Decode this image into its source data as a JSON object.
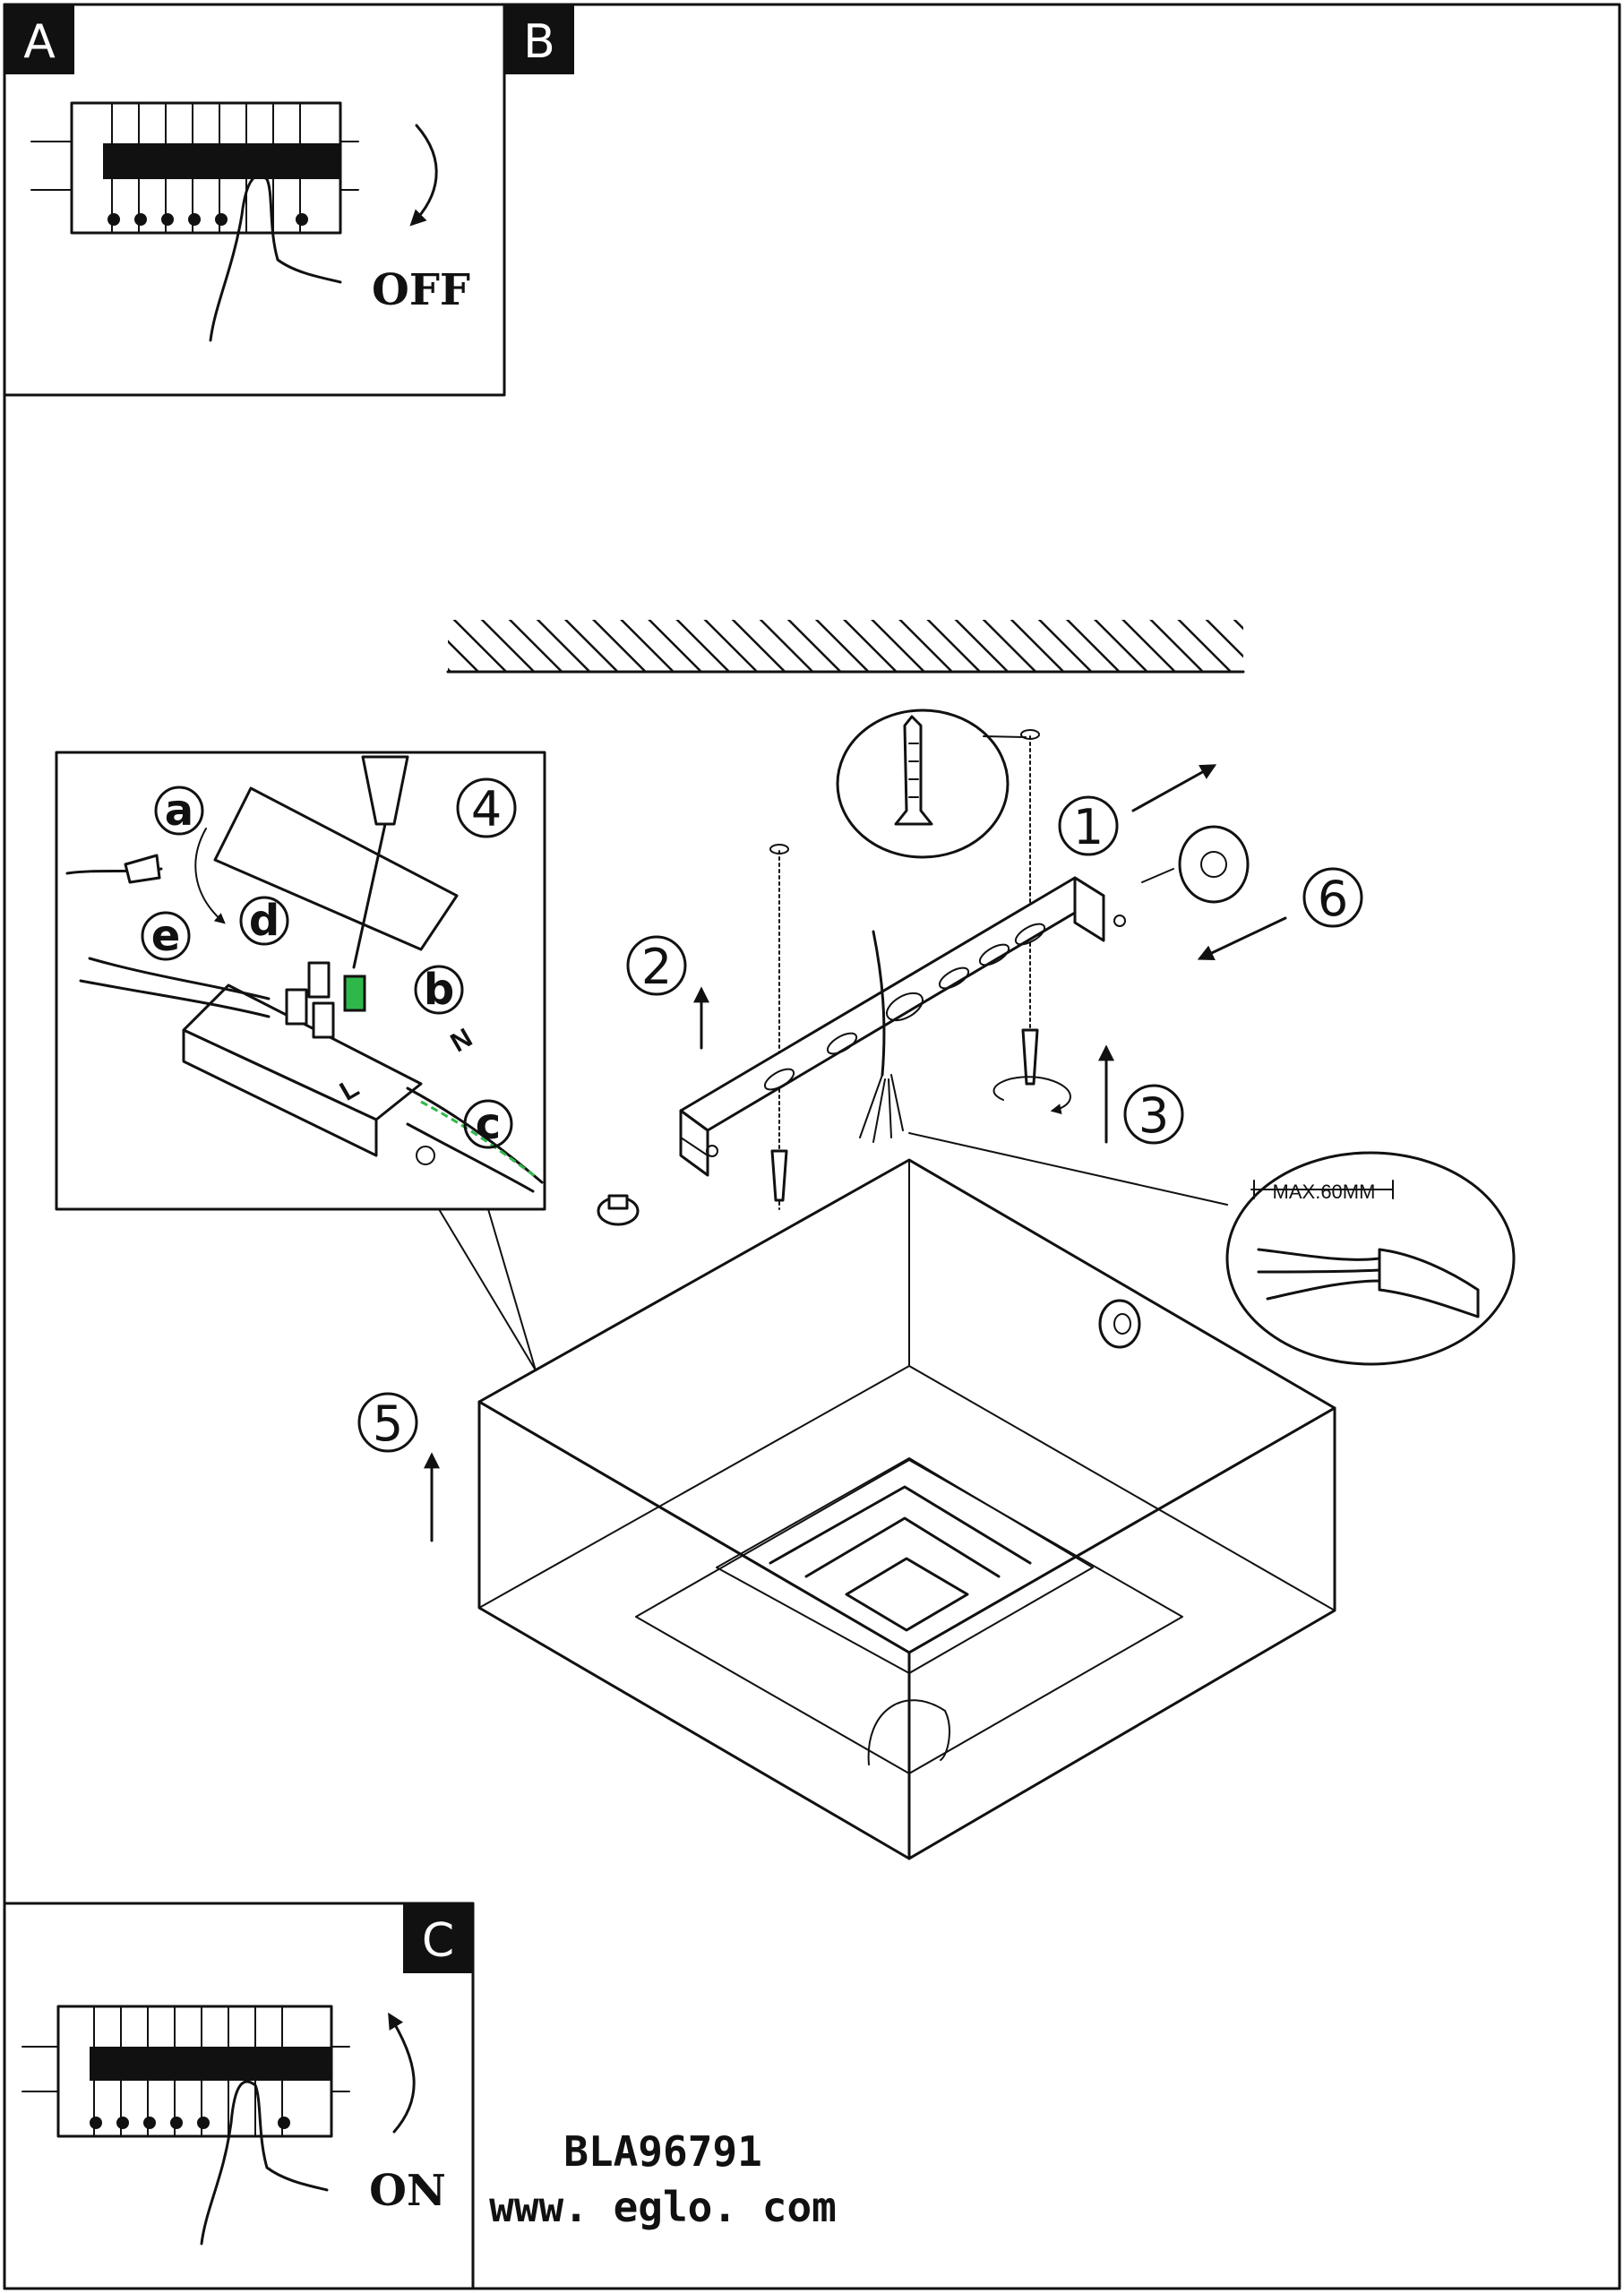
{
  "panels": {
    "a": {
      "letter": "A",
      "switch_label": "OFF"
    },
    "b": {
      "letter": "B"
    },
    "c": {
      "letter": "C",
      "switch_label": "ON"
    }
  },
  "steps": [
    "1",
    "2",
    "3",
    "4",
    "5",
    "6"
  ],
  "wiring_detail": {
    "sub_steps": [
      "a",
      "b",
      "c",
      "d",
      "e"
    ],
    "terminal_labels": [
      "N",
      "L"
    ]
  },
  "cable_note": "MAX.60MM",
  "footer": {
    "model": "BLA96791",
    "website": "www. eglo. com"
  },
  "colors": {
    "line": "#111111",
    "background": "#ffffff",
    "wire_highlight": "#2fb84a"
  }
}
